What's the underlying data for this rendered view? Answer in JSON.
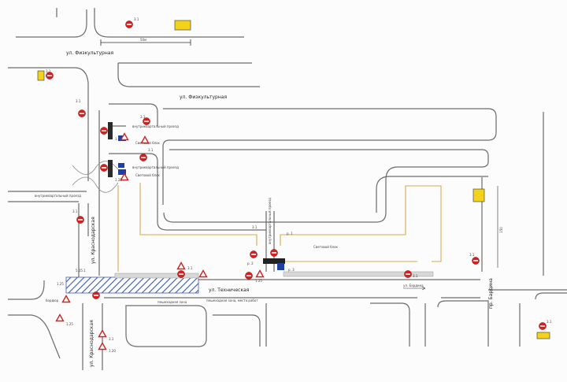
{
  "colors": {
    "road": "#6b6b6b",
    "route": "#d6a94a",
    "sign_red": "#d42020",
    "info_blue": "#1f3fa0",
    "yellow_sign": "#f2d21b",
    "hatch_blue": "#3a58b5",
    "traffic_light": "#2a2a2a"
  },
  "streets": {
    "fizkulturnaya_top": "ул. Физкультурная",
    "fizkulturnaya_mid": "ул. Физкультурная",
    "krasnodarskaya_upper": "ул. Краснодарская",
    "krasnodarskaya_lower": "ул. Краснодарская",
    "tekhnicheskaya": "ул. Техническая",
    "prospekt_bardina": "пр. Бардина"
  },
  "scale_label": "50м",
  "annotations": {
    "inner_passage_1": "внутриквартальный проезд",
    "inner_passage_2": "внутриквартальный проезд",
    "inner_passage_left": "внутриквартальный проезд",
    "inner_passage_vertical": "внутриквартальный проезд",
    "info_block_1": "Световой блок",
    "info_block_2": "Световой блок",
    "lighting_block": "Световой блок",
    "pedestrian_zone": "пешеходная зона",
    "pedestrian_zone_work": "пешеходная зона, место работ",
    "crosswalk_note": "бордюр",
    "arrow_note": "ул. Бардина",
    "dim_vertical": "150"
  },
  "sign_codes": {
    "s1": "3.1",
    "s2": "3.1",
    "s3": "3.1",
    "s4": "3.1",
    "s5": "1.25",
    "s6": "1.25",
    "s7": "3.1",
    "s8": "3.1",
    "s9": "5.15.1",
    "s10": "3.1",
    "s11": "1.25",
    "s12": "3.1",
    "s13": "3.1",
    "s14": "1.25",
    "s15": "3.1",
    "s16": "1.20",
    "s17": "3.1",
    "s18": "1.25",
    "s19": "3.1",
    "p1": "р. 1",
    "p2": "р. 2",
    "p3": "р. 3"
  }
}
